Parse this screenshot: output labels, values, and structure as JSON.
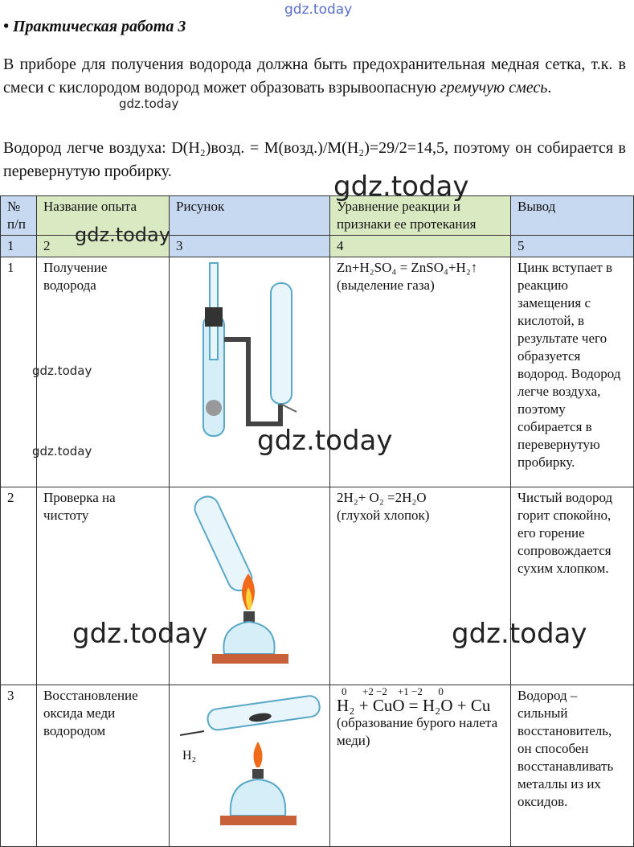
{
  "watermark": "gdz.today",
  "title": "• Практическая работа 3",
  "para1_a": "В приборе для получения водорода должна быть предохранительная медная сетка, т.к. в смеси с кислородом водород может образовать взрывоопасную ",
  "para1_b": "гремучую смесь",
  "para1_c": ".",
  "para2": "Водород легче воздуха: D(H₂)возд. = M(возд.)/M(H₂)=29/2=14,5, поэтому он собирается в перевернутую пробирку.",
  "table": {
    "headers": [
      "№ п/п",
      "Название опыта",
      "Рисунок",
      "Уравнение реакции и признаки ее протекания",
      "Вывод"
    ],
    "numbers": [
      "1",
      "2",
      "3",
      "4",
      "5"
    ],
    "rows": [
      {
        "n": "1",
        "name": "Получение водорода",
        "equation": "Zn+H₂SO₄ = ZnSO₄+H₂↑",
        "sign": "(выделение газа)",
        "conclusion": "Цинк вступает в реакцию замещения с кислотой, в результате чего образуется водород. Водород легче воздуха, поэтому собирается в перевернутую пробирку."
      },
      {
        "n": "2",
        "name": "Проверка на чистоту",
        "equation": "2H₂+ O₂ =2H₂O",
        "sign": "(глухой хлопок)",
        "conclusion": "Чистый водород горит спокойно, его горение сопровождается сухим хлопком."
      },
      {
        "n": "3",
        "name": "Восстановление оксида меди водородом",
        "oxidation": "0      +2 −2    +1 −2      0",
        "equation": "H₂ + CuO = H₂O + Cu",
        "sign": "(образование бурого налета меди)",
        "conclusion": "Водород – сильный восстановитель, он способен восстанавливать металлы из их оксидов.",
        "arrow_label": "H₂"
      }
    ]
  }
}
